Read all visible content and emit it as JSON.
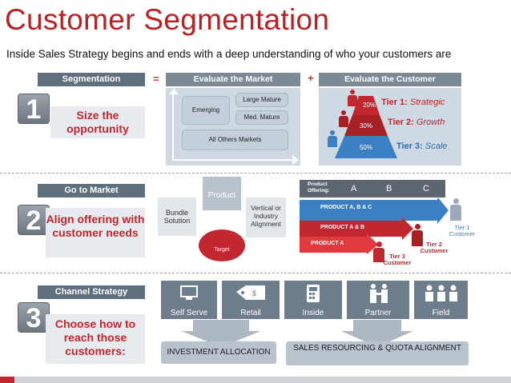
{
  "title": "Customer Segmentation",
  "subtitle": "Inside Sales Strategy begins and ends with a deep understanding of who your customers are",
  "colors": {
    "accent": "#c1272d",
    "header": "#5f6f7e",
    "panel": "#cfd9e3"
  },
  "section1": {
    "header": "Segmentation",
    "number": "1",
    "label": "Size the opportunity",
    "equals": "=",
    "plus": "+",
    "market_header": "Evaluate the Market",
    "customer_header": "Evaluate the Customer",
    "market": {
      "emerging": "Emerging",
      "large_mature": "Large Mature",
      "med_mature": "Med. Mature",
      "all_others": "All Others Markets"
    },
    "pyramid": {
      "top": "20%",
      "middle": "30%",
      "bottom": "50%"
    },
    "tiers": [
      {
        "name": "Tier 1:",
        "desc": "Strategic"
      },
      {
        "name": "Tier 2:",
        "desc": "Growth"
      },
      {
        "name": "Tier 3:",
        "desc": "Scale"
      }
    ]
  },
  "section2": {
    "header": "Go to Market",
    "number": "2",
    "label": "Align offering with customer needs",
    "product": "Product",
    "bundle": "Bundle Solution",
    "vertical": "Vertical or Industry Alignment",
    "target": "Target",
    "offering_label": "Product Offering:",
    "letters": [
      "A",
      "B",
      "C"
    ],
    "products": [
      "PRODUCT A, B & C",
      "PRODUCT A & B",
      "PRODUCT A"
    ],
    "tier_customers": [
      "Tier 1 Customer",
      "Tier 2 Customer",
      "Tier 3 Customer"
    ]
  },
  "section3": {
    "header": "Channel Strategy",
    "number": "3",
    "label": "Choose how to reach those customers:",
    "channels": [
      "Self Serve",
      "Retail",
      "Inside",
      "Partner",
      "Field"
    ],
    "investment": "INVESTMENT ALLOCATION",
    "resourcing": "SALES RESOURCING & QUOTA ALIGNMENT"
  }
}
